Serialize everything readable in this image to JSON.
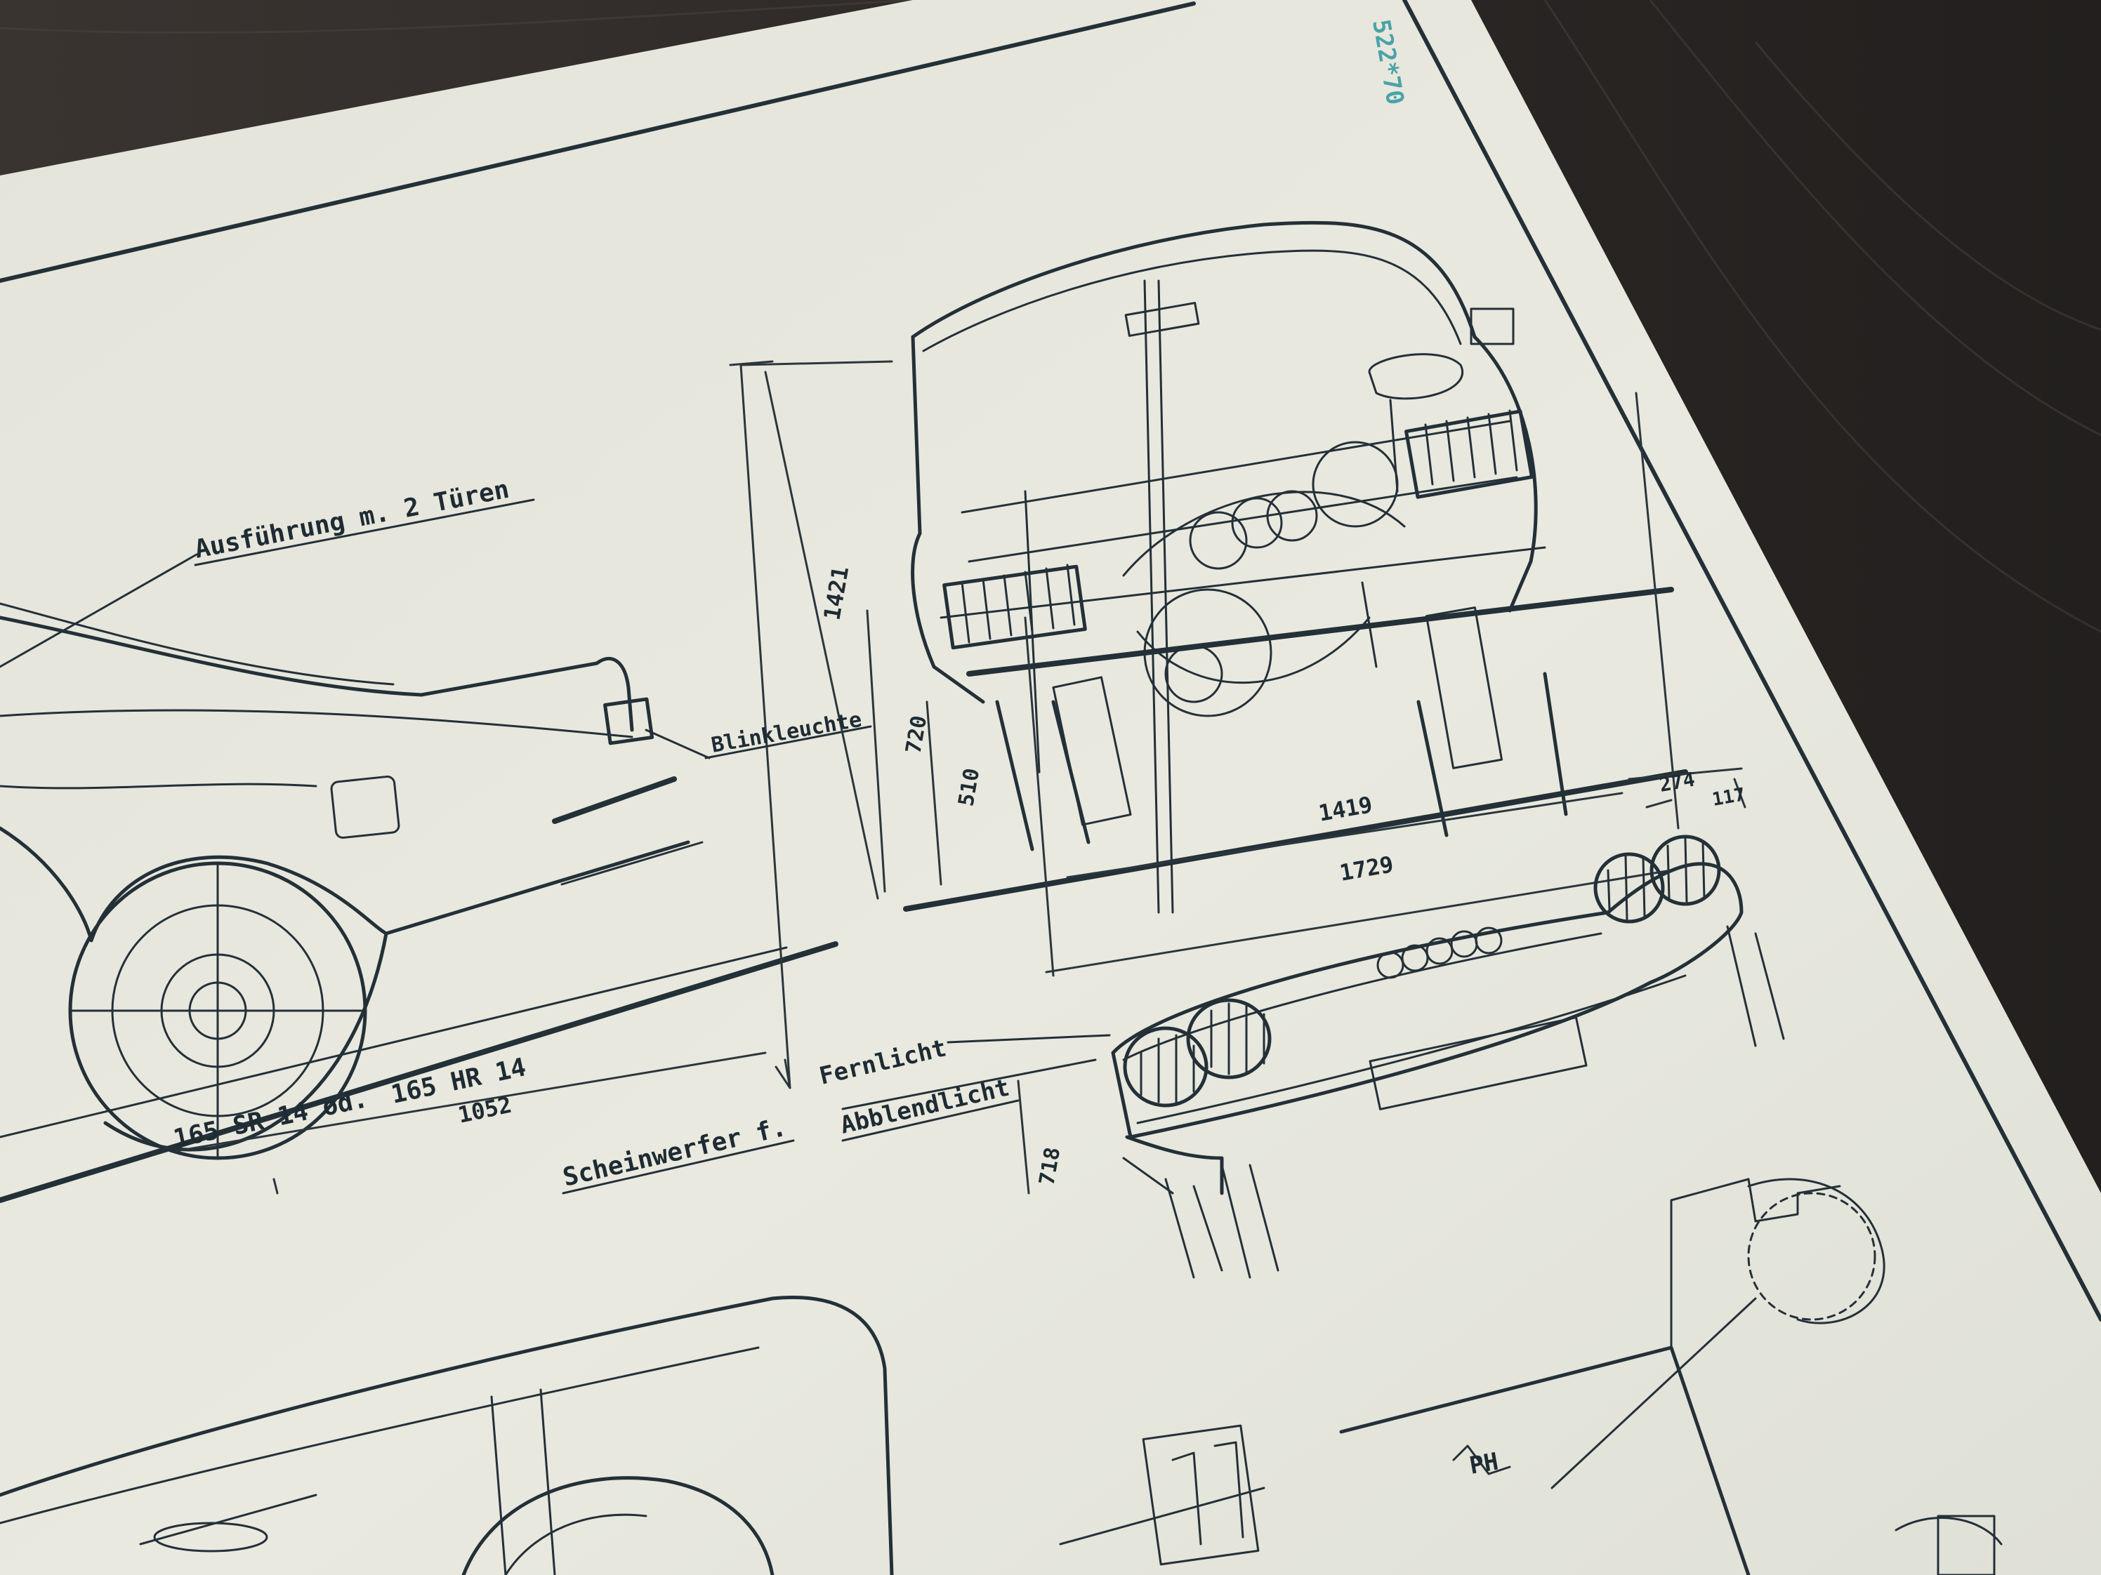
{
  "labels": {
    "variant": "Ausführung m. 2 Türen",
    "turn_signal": "Blinkleuchte",
    "tire_size_1": "165 SR 14 od.",
    "tire_size_2": "165 HR 14",
    "headlight": "Scheinwerfer f.",
    "high_beam": "Fernlicht",
    "low_beam": "Abblendlicht",
    "ph": "PH",
    "stamp": "522*70"
  },
  "dimensions": {
    "height": "1421",
    "height_2": "720",
    "height_3": "510",
    "track": "1419",
    "width": "1729",
    "rear_length": "1052",
    "lamp_spacing": "274",
    "lamp_size": "117",
    "bumper_height": "718"
  },
  "colors": {
    "background": "#2a2624",
    "paper": "#e6e6dc",
    "ink": "#243038",
    "stamp": "#4aa3a8"
  }
}
